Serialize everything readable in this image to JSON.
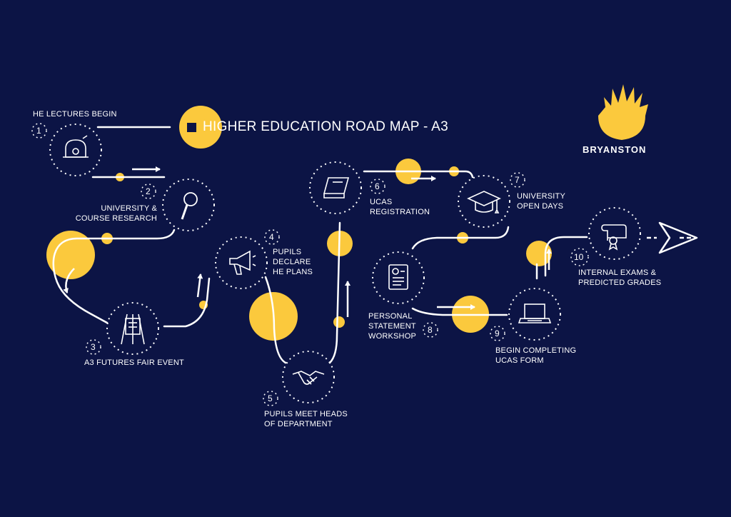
{
  "title": "HIGHER EDUCATION ROAD MAP - A3",
  "brand": "BRYANSTON",
  "colors": {
    "background": "#0c1445",
    "accent": "#fbc93d",
    "line": "#ffffff"
  },
  "steps": [
    {
      "number": "1",
      "lines": [
        "HE LECTURES BEGIN"
      ],
      "icon": "bell-icon"
    },
    {
      "number": "2",
      "lines": [
        "UNIVERSITY &",
        "COURSE RESEARCH"
      ],
      "icon": "magnifier-icon"
    },
    {
      "number": "3",
      "lines": [
        "A3 FUTURES FAIR EVENT"
      ],
      "icon": "easel-icon"
    },
    {
      "number": "4",
      "lines": [
        "PUPILS",
        "DECLARE",
        "HE PLANS"
      ],
      "icon": "megaphone-icon"
    },
    {
      "number": "5",
      "lines": [
        "PUPILS MEET HEADS",
        "OF DEPARTMENT"
      ],
      "icon": "handshake-icon"
    },
    {
      "number": "6",
      "lines": [
        "UCAS",
        "REGISTRATION"
      ],
      "icon": "book-icon"
    },
    {
      "number": "7",
      "lines": [
        "UNIVERSITY",
        "OPEN DAYS"
      ],
      "icon": "graduation-cap-icon"
    },
    {
      "number": "8",
      "lines": [
        "PERSONAL",
        "STATEMENT",
        "WORKSHOP"
      ],
      "icon": "document-icon"
    },
    {
      "number": "9",
      "lines": [
        "BEGIN COMPLETING",
        "UCAS FORM"
      ],
      "icon": "laptop-icon"
    },
    {
      "number": "10",
      "lines": [
        "INTERNAL EXAMS &",
        "PREDICTED GRADES"
      ],
      "icon": "diploma-icon"
    }
  ]
}
